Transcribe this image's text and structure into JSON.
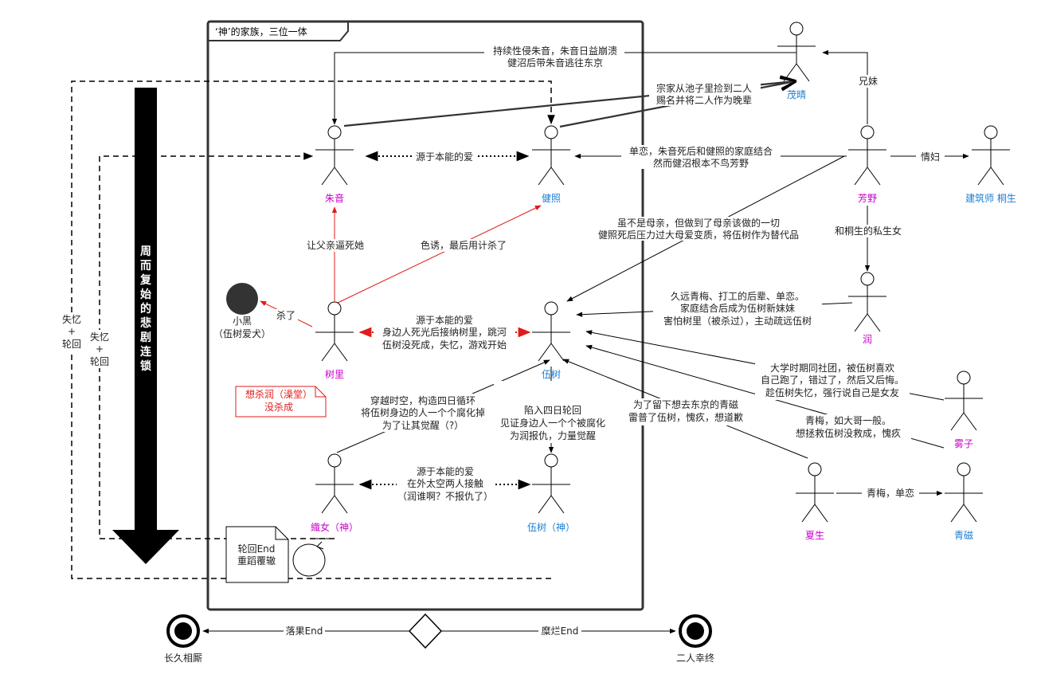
{
  "frame": {
    "title": "‘神’的家族，三位一体"
  },
  "colors": {
    "pink": "#cc00cc",
    "blue": "#1a7fd4",
    "red": "#e01b1b",
    "black": "#000000"
  },
  "actors": {
    "zhuyin": "朱音",
    "jianzhao": "健照",
    "shuli": "树里",
    "wushu": "伍树",
    "zhinv": "織女（神）",
    "wushu_god": "伍树（神）",
    "maoqing": "茂晴",
    "fangye": "芳野",
    "tongsheng": "建筑师 桐生",
    "run": "润",
    "wuzi": "雾子",
    "xiasheng": "夏生",
    "qingci": "青磁"
  },
  "xiaohei": {
    "line1": "小黑",
    "line2": "（伍树爱犬）"
  },
  "labels": {
    "top_arrow": [
      "持续性侵朱音，朱音日益崩溃",
      "健沼后带朱音逃往东京"
    ],
    "adopt": [
      "宗家从池子里捡到二人",
      "赐名并将二人作为晚辈"
    ],
    "siblings": "兄妹",
    "instinct1": "源于本能的爱",
    "single": [
      "单恋，朱音死后和健照的家庭结合",
      "然而健沼根本不鸟芳野"
    ],
    "mistress": "情妇",
    "kill_father": "让父亲逼死她",
    "seduce": "色诱，最后用计杀了",
    "mother": [
      "虽不是母亲，但做到了母亲该做的一切",
      "健照死后压力过大母爱变质，将伍树作为替代品"
    ],
    "illegit": "和桐生的私生女",
    "run_desc": [
      "久远青梅、打工的后辈、单恋。",
      "家庭结合后成为伍树新妹妹",
      "害怕树里（被杀过），主动疏远伍树"
    ],
    "killed": "杀了",
    "shuli_wushu": [
      "源于本能的爱",
      "身边人死光后接纳树里，跳河",
      "伍树没死成，失忆，游戏开始"
    ],
    "note_red": [
      "想杀润（澡堂）",
      "没杀成"
    ],
    "timetravel": [
      "穿越时空，构造四日循环",
      "将伍树身边的人一个个腐化掉",
      "为了让其觉醒（?）"
    ],
    "fall_loop": [
      "陷入四日轮回",
      "见证身边人一个个被腐化",
      "为润报仇，力量觉醒"
    ],
    "wuzi_desc": [
      "大学时期同社团，被伍树喜欢",
      "自己跑了，错过了，然后又后悔。",
      "趁伍树失忆，强行说自己是女友"
    ],
    "xiasheng_desc": [
      "为了留下想去东京的青磁",
      "雷普了伍树，愧疚，想道歉"
    ],
    "qingci_desc": [
      "青梅，如大哥一般。",
      "想拯救伍树没救成，愧疚"
    ],
    "space": [
      "源于本能的爱",
      "在外太空两人接触",
      "（润谁啊？不报仇了）"
    ],
    "unrequited": "青梅，单恋",
    "loop_note": [
      "轮回End",
      "重蹈覆辙"
    ],
    "amnesia": [
      "失忆",
      "+",
      "轮回"
    ],
    "arrow_text": "周而复始的悲剧连锁",
    "end_left": "落果End",
    "end_right": "糜烂End",
    "final_left": "长久相厮",
    "final_right": "二人幸终"
  }
}
